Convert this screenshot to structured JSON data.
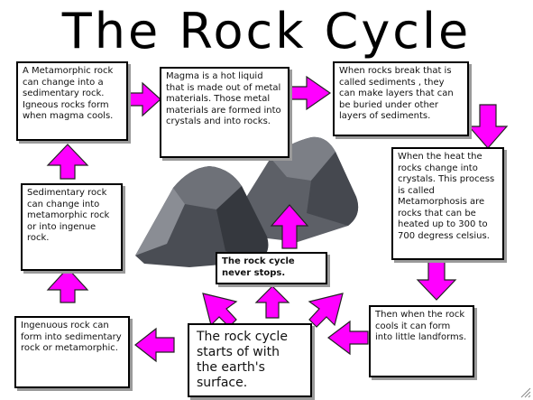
{
  "title": "The Rock Cycle",
  "boxes": {
    "metamorphic": "A Metamorphic rock can change into a sedimentary rock. Igneous rocks form when magma cools.",
    "magma": "Magma is a hot liquid that is made out of metal materials. Those metal materials are formed into crystals and into rocks.",
    "sediments": "When rocks break that is called  sediments , they can make layers that can be buried under other layers of sediments.",
    "sedimentary": "Sedimentary rock can change into metamorphic rock or into ingenue rock.",
    "metamorphosis": "When the heat the rocks change into crystals. This process is called Metamorphosis are rocks that can be heated up to 300 to 700 degress celsius.",
    "never_stops": "The rock cycle never stops.",
    "landforms": "Then when the rock cools it can form into little landforms.",
    "ingenuous": "Ingenuous rock can form into sedimentary rock or metamorphic.",
    "starts": "The rock cycle starts of with the earth's surface."
  },
  "colors": {
    "arrow_fill": "#ff00ff",
    "arrow_stroke": "#222222",
    "rock_dark": "#3f4249",
    "rock_mid": "#6b6e75",
    "rock_light": "#8d9097",
    "box_shadow": "#9a9a9a"
  }
}
